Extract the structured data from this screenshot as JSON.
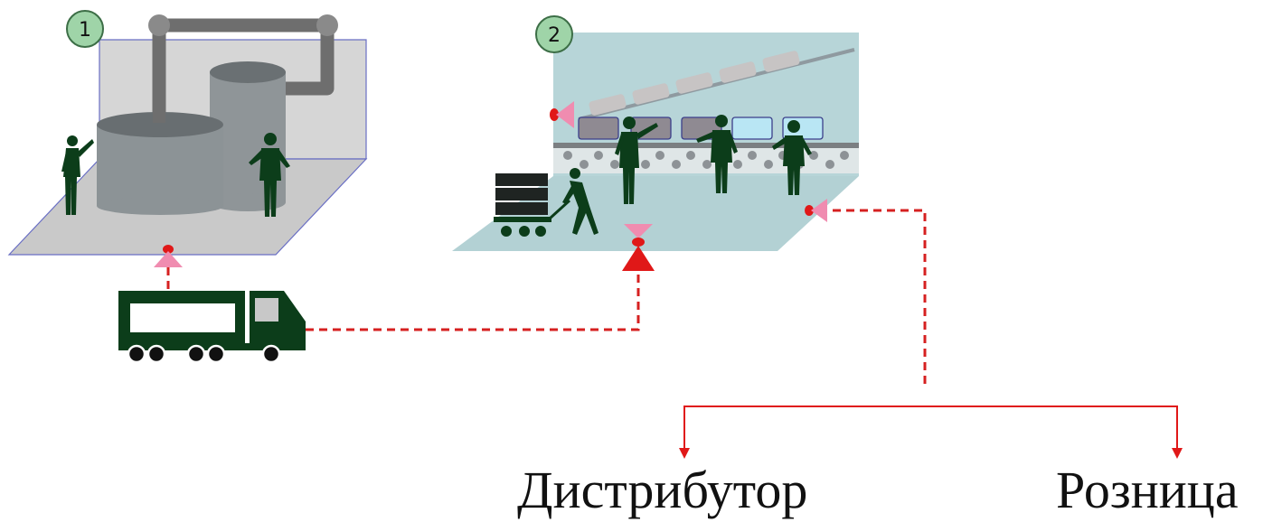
{
  "badges": {
    "stage_1": "1",
    "stage_2": "2"
  },
  "destinations": {
    "distributor": "Дистрибутор",
    "retail": "Розница"
  },
  "colors": {
    "figure": "#0c3d1a",
    "flow_line": "#d62020",
    "marker_pink": "#f08cb0",
    "marker_red": "#e01818",
    "badge_fill": "#9fd4a8",
    "stage1_wall": "#d6d6d6",
    "stage2_wall": "#b7d5d8"
  },
  "icons": [
    "production-tank-icon",
    "conveyor-belt-icon",
    "truck-icon",
    "worker-icon",
    "pallet-cart-icon",
    "checkpoint-marker-icon"
  ]
}
